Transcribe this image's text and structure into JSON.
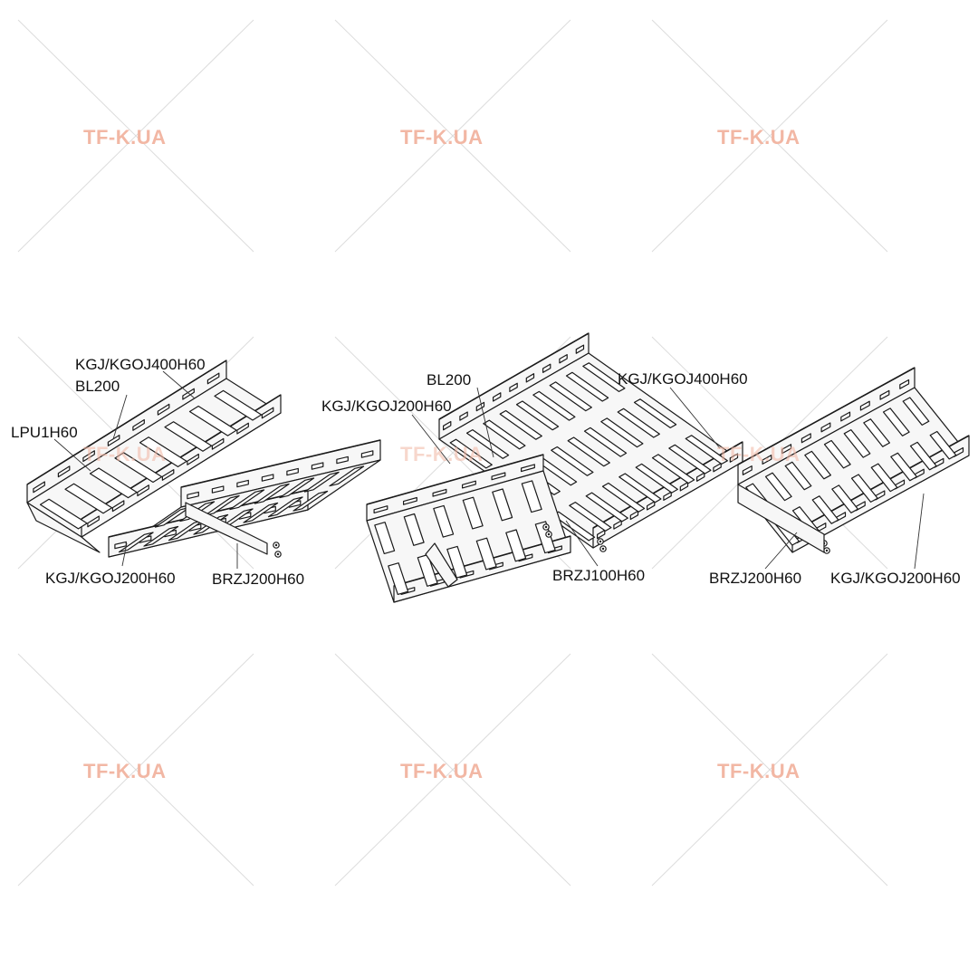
{
  "watermark": {
    "text": "TF-K.UA",
    "color": "#f2b7a4",
    "line_color": "#dcdcdc"
  },
  "diagram": {
    "colors": {
      "line": "#1a1a1a",
      "fill": "#f7f7f7",
      "hole": "#ffffff",
      "leader": "#333333"
    },
    "assemblies": [
      {
        "name": "tee-reduction-left",
        "labels": {
          "main_tray": "KGJ/KGOJ400H60",
          "connector": "BL200",
          "bracket": "LPU1H60",
          "branch_tray": "KGJ/KGOJ200H60",
          "reducer": "BRZJ200H60"
        }
      },
      {
        "name": "tee-reduction-middle",
        "labels": {
          "connector": "BL200",
          "main_tray": "KGJ/KGOJ400H60",
          "branch_tray": "KGJ/KGOJ200H60",
          "reducer": "BRZJ100H60"
        }
      },
      {
        "name": "end-reduction-right",
        "labels": {
          "reducer": "BRZJ200H60",
          "branch_tray": "KGJ/KGOJ200H60"
        }
      }
    ]
  }
}
